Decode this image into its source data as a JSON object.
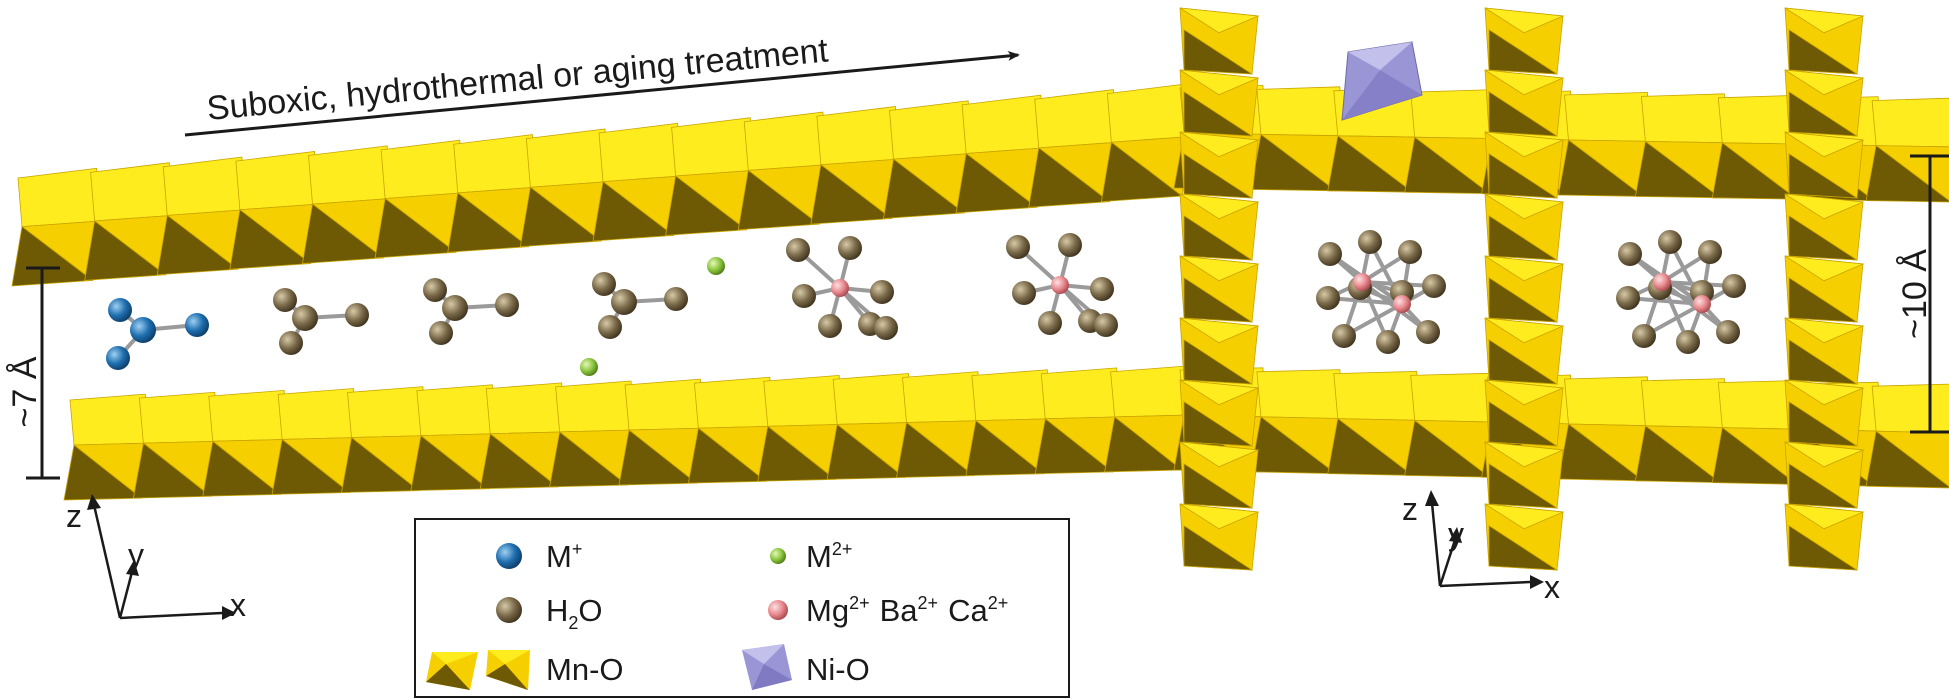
{
  "caption_arrow": {
    "text": "Suboxic, hydrothermal or aging treatment"
  },
  "dimensions": {
    "left": "~7 Å",
    "right": "~10 Å"
  },
  "axes": {
    "left": {
      "x": "x",
      "y": "y",
      "z": "z"
    },
    "right": {
      "x": "x",
      "y": "y",
      "z": "z"
    }
  },
  "legend": {
    "m_plus": {
      "base": "M",
      "sup": "+"
    },
    "m_2plus": {
      "base": "M",
      "sup": "2+"
    },
    "water": {
      "pre": "H",
      "sub": "2",
      "post": "O"
    },
    "cations": {
      "ion1": "Mg",
      "sup1": "2+",
      "ion2": "Ba",
      "sup2": "2+",
      "ion3": "Ca",
      "sup3": "2+"
    },
    "mn_o": {
      "text": "Mn-O"
    },
    "ni_o": {
      "text": "Ni-O"
    }
  },
  "colors": {
    "octa_light": "#ffec1e",
    "octa_mid": "#f5cf00",
    "octa_dark": "#6e5a05",
    "octa_edge": "#c9a400",
    "m_plus": "#1f6fb0",
    "m_2plus": "#8cc63f",
    "water": "#7a6a4a",
    "cation": "#e88a8f",
    "ni_o": "#9a96d6"
  }
}
